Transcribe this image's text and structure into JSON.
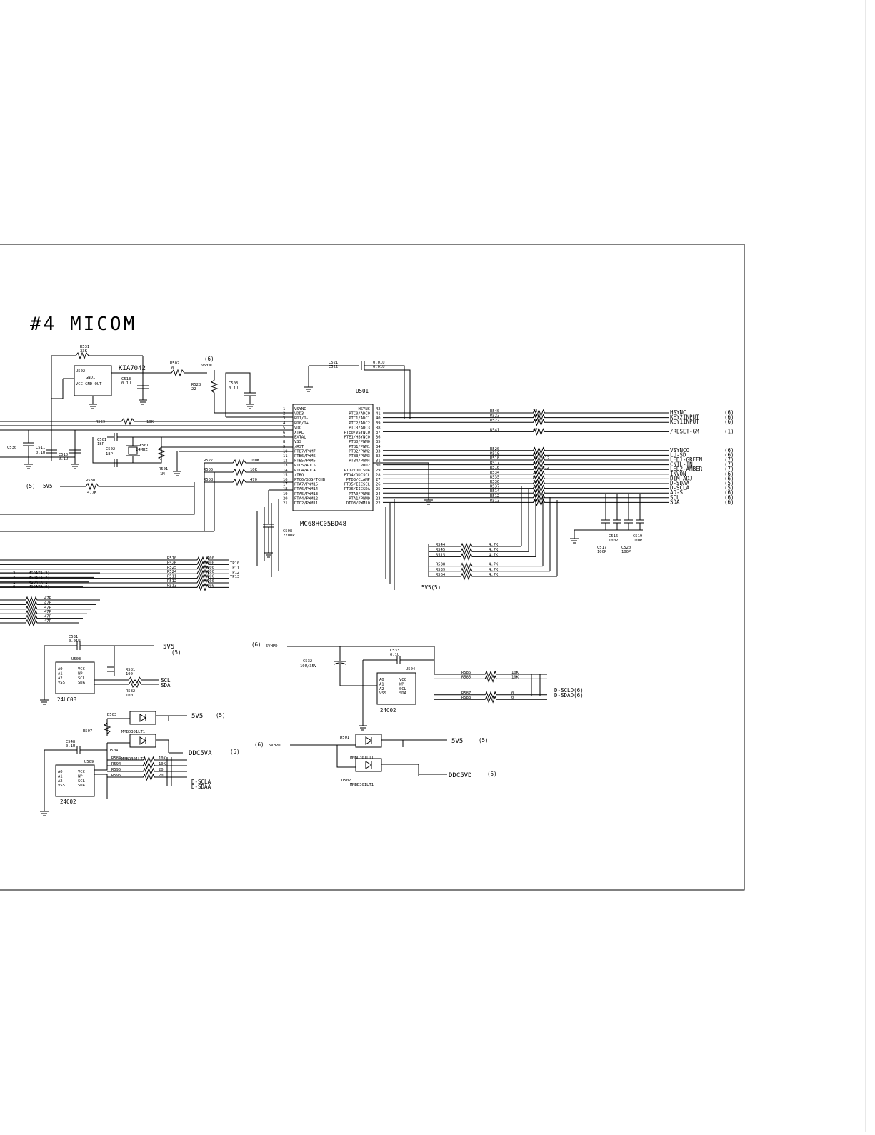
{
  "sheet": {
    "title": "#4 MICOM"
  },
  "mcu": {
    "ref": "U501",
    "part": "MC68HC05BD48",
    "left_pins": [
      {
        "num": "1",
        "name": "VSYNC"
      },
      {
        "num": "2",
        "name": "VDD3"
      },
      {
        "num": "3",
        "name": "PD1/D-"
      },
      {
        "num": "4",
        "name": "PD0/D+"
      },
      {
        "num": "5",
        "name": "VDD"
      },
      {
        "num": "6",
        "name": "XTAL"
      },
      {
        "num": "7",
        "name": "EXTAL"
      },
      {
        "num": "8",
        "name": "VSS"
      },
      {
        "num": "9",
        "name": "/RST"
      },
      {
        "num": "10",
        "name": "PTB7/PWM7"
      },
      {
        "num": "11",
        "name": "PTB6/PWM6"
      },
      {
        "num": "12",
        "name": "PTB5/PWM5"
      },
      {
        "num": "13",
        "name": "PTC5/ADC5"
      },
      {
        "num": "14",
        "name": "PTC4/ADC4"
      },
      {
        "num": "15",
        "name": "/IRQ"
      },
      {
        "num": "16",
        "name": "PTC6/SOG/TCHB"
      },
      {
        "num": "17",
        "name": "PTA7/PWM15"
      },
      {
        "num": "18",
        "name": "PTA6/PWM14"
      },
      {
        "num": "19",
        "name": "PTA5/PWM13"
      },
      {
        "num": "20",
        "name": "PTA4/PWM12"
      },
      {
        "num": "21",
        "name": "DTO2/PWM11"
      }
    ],
    "right_pins": [
      {
        "num": "42",
        "name": "HSYNC"
      },
      {
        "num": "41",
        "name": "PTC0/ADC0"
      },
      {
        "num": "40",
        "name": "PTC1/ADC1"
      },
      {
        "num": "39",
        "name": "PTC2/ADC2"
      },
      {
        "num": "38",
        "name": "PTC3/ADC3"
      },
      {
        "num": "37",
        "name": "PTE0/VSYNCO"
      },
      {
        "num": "36",
        "name": "PTE1/HSYNCO"
      },
      {
        "num": "35",
        "name": "PTB0/PWM0"
      },
      {
        "num": "34",
        "name": "PTB1/PWM1"
      },
      {
        "num": "33",
        "name": "PTB2/PWM2"
      },
      {
        "num": "32",
        "name": "PTB3/PWM3"
      },
      {
        "num": "31",
        "name": "PTB4/PWM4"
      },
      {
        "num": "30",
        "name": "VDD2"
      },
      {
        "num": "29",
        "name": "PTD2/DDCSDA"
      },
      {
        "num": "28",
        "name": "PTD4/DDCSCL"
      },
      {
        "num": "27",
        "name": "PTD3/CLAMP"
      },
      {
        "num": "26",
        "name": "PTD5/IICSCL"
      },
      {
        "num": "25",
        "name": "PTD6/IICSDA"
      },
      {
        "num": "24",
        "name": "PTA0/PWM8"
      },
      {
        "num": "23",
        "name": "PTA1/PWM9"
      },
      {
        "num": "22",
        "name": "DTO3/PWM10"
      }
    ]
  },
  "regulator": {
    "ref": "U502",
    "part": "KIA7042",
    "gnd": "GND1",
    "pins": "VCC GND OUT",
    "r531": "R531",
    "r531_val": "33K",
    "c513": "C513",
    "c513_val": "0.1U",
    "r502": "R502",
    "r502_val": "0"
  },
  "top_parts": {
    "vsync_ref": "(6)",
    "vsync": "VSYNC",
    "r528": "R528",
    "r528_val": "22",
    "c503": "C503",
    "c503_val": "0.1U",
    "c521": "C521",
    "c522": "C522",
    "c521_val": "0.01U",
    "c522_val": "0.01U"
  },
  "left_parts": {
    "c530": "C530",
    "c511": "C511",
    "c511_val": "0.1U",
    "c510": "C510",
    "c510_val": "0.1U",
    "c501": "C501",
    "c501_val": "18P",
    "c502": "C502",
    "c502_val": "18P",
    "x501": "X501",
    "x501_val": "24MHZ",
    "r501": "R501",
    "r501_val": "1M",
    "r529": "R529",
    "r529_val": "10K",
    "r527": "R527",
    "r527_val": "100K",
    "r505": "R505",
    "r505_val": "10K",
    "r508": "R508",
    "r508_val": "470",
    "r580": "R580",
    "r580_val": "4.7K",
    "v5_ref": "(5)",
    "v5": "5V5",
    "c508": "C508",
    "c508_val": "2200P"
  },
  "right_nets": [
    {
      "ref": "R540",
      "val": "22",
      "net": "HSYNC",
      "sheet": "(6)"
    },
    {
      "ref": "R523",
      "val": "100",
      "net": "KEY2INPUT",
      "sheet": "(6)"
    },
    {
      "ref": "R522",
      "val": "100",
      "net": "KEY1INPUT",
      "sheet": "(6)"
    },
    {
      "ref": "R541",
      "val": "470",
      "net": "/RESET-GM",
      "sheet": "(1)"
    },
    {
      "ref": "R520",
      "val": "",
      "net": "VSYNCO",
      "sheet": "(6)"
    },
    {
      "ref": "R519",
      "val": "470",
      "net": "LU-SD",
      "sheet": "(6)"
    },
    {
      "ref": "R518",
      "val": "1K/2012",
      "net": "LED1-GREEN",
      "sheet": "(7)"
    },
    {
      "ref": "R517",
      "val": "470",
      "net": "CNTL-IN",
      "sheet": "(7)"
    },
    {
      "ref": "R516",
      "val": "1K/2012",
      "net": "LED2-AMBER",
      "sheet": "(7)"
    },
    {
      "ref": "R534",
      "val": "1K",
      "net": "INVON",
      "sheet": "(6)"
    },
    {
      "ref": "R535",
      "val": "0",
      "net": "DIM-ADJ",
      "sheet": "(6)"
    },
    {
      "ref": "R536",
      "val": "100",
      "net": "D-SDAA",
      "sheet": "(5)"
    },
    {
      "ref": "R537",
      "val": "100",
      "net": "D-SCLA",
      "sheet": "(5)"
    },
    {
      "ref": "R514",
      "val": "100",
      "net": "AD-S",
      "sheet": "(6)"
    },
    {
      "ref": "R512",
      "val": "100",
      "net": "SCL",
      "sheet": "(6)"
    },
    {
      "ref": "R513",
      "val": "100",
      "net": "SDA",
      "sheet": "(6)"
    }
  ],
  "pullups": {
    "rows": [
      {
        "ref": "R544",
        "val": "4.7K"
      },
      {
        "ref": "R545",
        "val": "4.7K"
      },
      {
        "ref": "R515",
        "val": "4.7K"
      },
      {
        "ref": "R538",
        "val": "4.7K"
      },
      {
        "ref": "R539",
        "val": "4.7K"
      },
      {
        "ref": "R564",
        "val": "4.7K"
      }
    ],
    "supply": "5V5(5)",
    "caps": [
      {
        "ref": "C516",
        "val": "100P"
      },
      {
        "ref": "C517",
        "val": "100P"
      },
      {
        "ref": "C519",
        "val": "100P"
      },
      {
        "ref": "C520",
        "val": "100P"
      }
    ]
  },
  "msdata": {
    "nets": [
      "MSDATA(3)",
      "MSDATA(2)",
      "MSDATA(1)",
      "MSDATA(0)"
    ],
    "bits": [
      "3",
      "2",
      "1",
      "0"
    ],
    "res": [
      {
        "ref": "R510",
        "val": "100"
      },
      {
        "ref": "R526",
        "val": "100"
      },
      {
        "ref": "R525",
        "val": "100"
      },
      {
        "ref": "R524",
        "val": "100"
      },
      {
        "ref": "R511",
        "val": "100"
      },
      {
        "ref": "R512",
        "val": "100"
      },
      {
        "ref": "R513",
        "val": "100"
      }
    ],
    "tp": [
      "TP10",
      "TP11",
      "TP12",
      "TP13"
    ],
    "left_caps": [
      "47P",
      "47P",
      "47P",
      "47P",
      "47P",
      "47P"
    ]
  },
  "eeprom1": {
    "ref": "U503",
    "part": "24LC08",
    "cap": "C531",
    "cap_val": "0.01U",
    "pins": [
      "A0",
      "A1",
      "A2",
      "VSS",
      "VCC",
      "WP",
      "SCL",
      "SDA"
    ],
    "r581": "R581",
    "r581_val": "100",
    "r582": "R582",
    "r582_val": "100",
    "supply": "5V5",
    "supply_ref": "(5)",
    "scl": "SCL",
    "sda": "SDA"
  },
  "diodes_left": {
    "d503": "D503",
    "d504": "D504",
    "r507": "R507",
    "part": "MMBD301LT1",
    "out1": "5V5",
    "out1_ref": "(5)",
    "out2": "DDC5VA",
    "out2_ref": "(6)"
  },
  "eeprom2": {
    "ref": "U509",
    "part": "24C02",
    "cap": "C548",
    "cap_val": "0.1U",
    "pins": [
      "A0",
      "A1",
      "A2",
      "VSS",
      "VCC",
      "WP",
      "SCL",
      "SDA"
    ],
    "r_refs": [
      "R584",
      "R594",
      "R595",
      "R596"
    ],
    "r_vals": [
      "10K",
      "10K",
      "20",
      "20"
    ],
    "scl": "D-SCLA",
    "sda": "D-SDAA"
  },
  "eeprom3": {
    "ref": "U504",
    "part": "24C02",
    "hpd_ref": "(6)",
    "hpd": "5VHPD",
    "c533": "C533",
    "c533_val": "0.1U",
    "c532": "C532",
    "c532_val": "10U/35V",
    "pins": [
      "A0",
      "A1",
      "A2",
      "VSS",
      "VCC",
      "WP",
      "SCL",
      "SDA"
    ],
    "r_refs": [
      "R586",
      "R585",
      "R587",
      "R588"
    ],
    "r_vals": [
      "10K",
      "10K",
      "0",
      "0"
    ],
    "scl": "D-SCLD(6)",
    "sda": "D-SDAD(6)"
  },
  "diodes_right": {
    "d501": "D501",
    "d502": "D502",
    "part": "MMBD301LT1",
    "hpd_ref": "(6)",
    "hpd": "5VHPD",
    "out1": "5V5",
    "out1_ref": "(5)",
    "out2": "DDC5VD",
    "out2_ref": "(6)"
  }
}
